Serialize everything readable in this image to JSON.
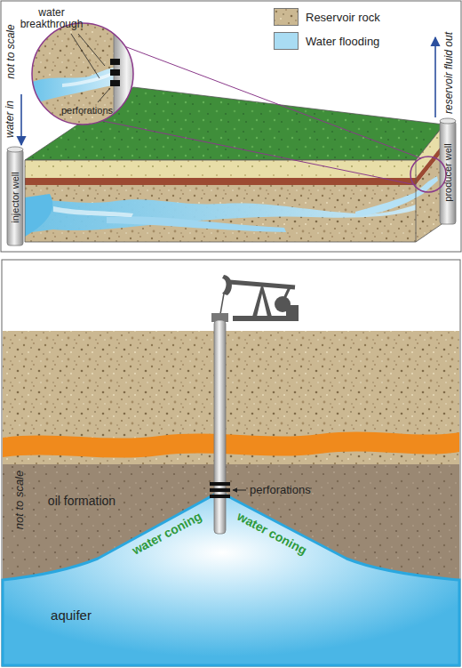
{
  "diagram": {
    "labels": [
      "water breakthrough",
      "perforations",
      "not to scale",
      "water in",
      "injector well",
      "reservoir fluid out",
      "producer well",
      "not to scale",
      "oil formation",
      "perforations",
      "water coning",
      "water coning",
      "aquifer"
    ],
    "legend": [
      {
        "text": "Reservoir rock"
      },
      {
        "text": "Water flooding",
        "color": "#a9dcf3"
      }
    ]
  }
}
